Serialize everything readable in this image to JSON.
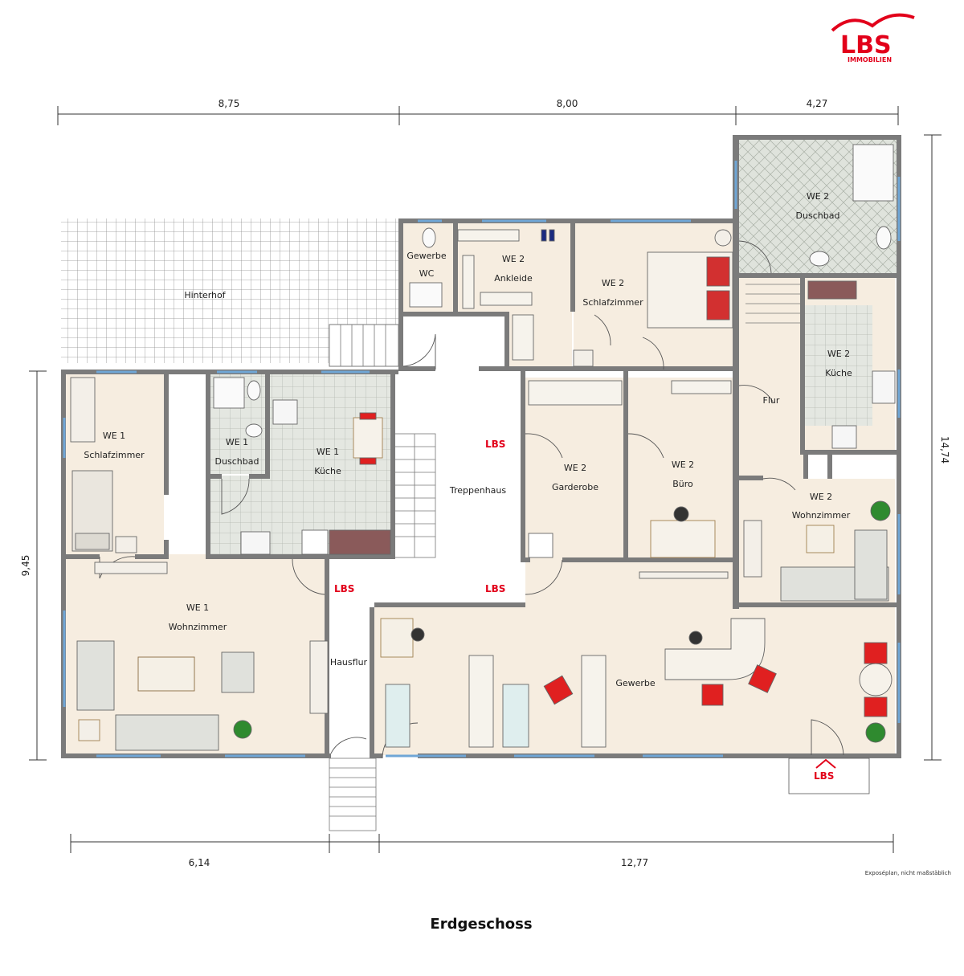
{
  "brand": {
    "name": "LBS",
    "subtitle": "IMMOBILIEN",
    "color": "#e2001a"
  },
  "plan": {
    "title": "Erdgeschoss",
    "note": "Exposéplan, nicht maßstäblich",
    "dimensions": {
      "top": [
        "8,75",
        "8,00",
        "4,27"
      ],
      "bottom": [
        "6,14",
        "12,77"
      ],
      "left": "9,45",
      "right": "14,74"
    },
    "rooms": {
      "hinterhof": [
        "Hinterhof"
      ],
      "gewerbe_wc": [
        "Gewerbe",
        "WC"
      ],
      "we2_ankleide": [
        "WE 2",
        "Ankleide"
      ],
      "we2_schlafzimmer": [
        "WE 2",
        "Schlafzimmer"
      ],
      "we2_duschbad": [
        "WE 2",
        "Duschbad"
      ],
      "we1_schlafzimmer": [
        "WE 1",
        "Schlafzimmer"
      ],
      "we1_duschbad": [
        "WE 1",
        "Duschbad"
      ],
      "we1_kueche": [
        "WE 1",
        "Küche"
      ],
      "treppenhaus": [
        "Treppenhaus"
      ],
      "we2_garderobe": [
        "WE 2",
        "Garderobe"
      ],
      "we2_buero": [
        "WE 2",
        "Büro"
      ],
      "flur": [
        "Flur"
      ],
      "we2_kueche": [
        "WE 2",
        "Küche"
      ],
      "we2_wohnzimmer": [
        "WE 2",
        "Wohnzimmer"
      ],
      "we1_wohnzimmer": [
        "WE 1",
        "Wohnzimmer"
      ],
      "hausflur": [
        "Hausflur"
      ],
      "gewerbe": [
        "Gewerbe"
      ]
    },
    "markers": [
      "LBS",
      "LBS",
      "LBS",
      "LBS"
    ]
  },
  "colors": {
    "floor": "#f6ede0",
    "tile": "#d9ded6",
    "wall": "#7b7b7b",
    "window": "#6fa6d6",
    "chair_red": "#e02020",
    "counter": "#8a5a5a"
  }
}
